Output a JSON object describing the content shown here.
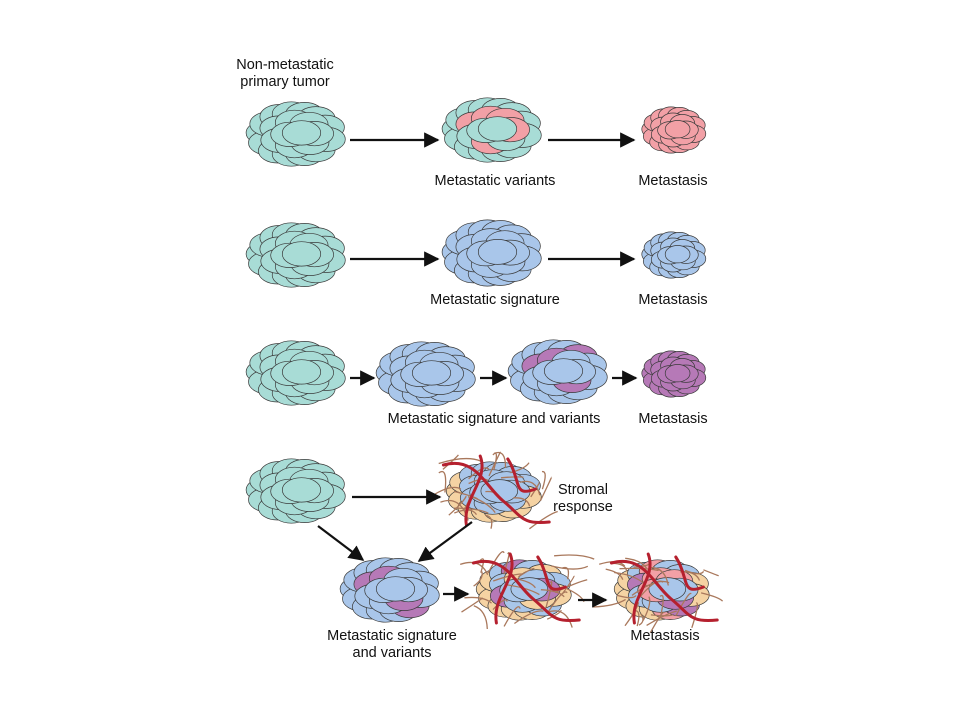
{
  "labels": {
    "primary_tumor_line1": "Non-metastatic",
    "primary_tumor_line2": "primary tumor",
    "row1_variants": "Metastatic variants",
    "row1_metastasis": "Metastasis",
    "row2_signature": "Metastatic signature",
    "row2_metastasis": "Metastasis",
    "row3_signature_variants": "Metastatic signature and variants",
    "row3_metastasis": "Metastasis",
    "row4_stromal_line1": "Stromal",
    "row4_stromal_line2": "response",
    "row4_signature_line1": "Metastatic signature",
    "row4_signature_line2": "and variants",
    "row4_metastasis": "Metastasis"
  },
  "colors": {
    "primary_cell": "#a8dcd6",
    "variant_cell": "#f2a0a6",
    "signature_cell": "#a9c6ea",
    "mixed_variant_cell": "#b679b7",
    "stromal_cell": "#f5d3a3",
    "fibroblast": "#a9785c",
    "vessel": "#b5202e",
    "outline": "#3a3a3a"
  }
}
